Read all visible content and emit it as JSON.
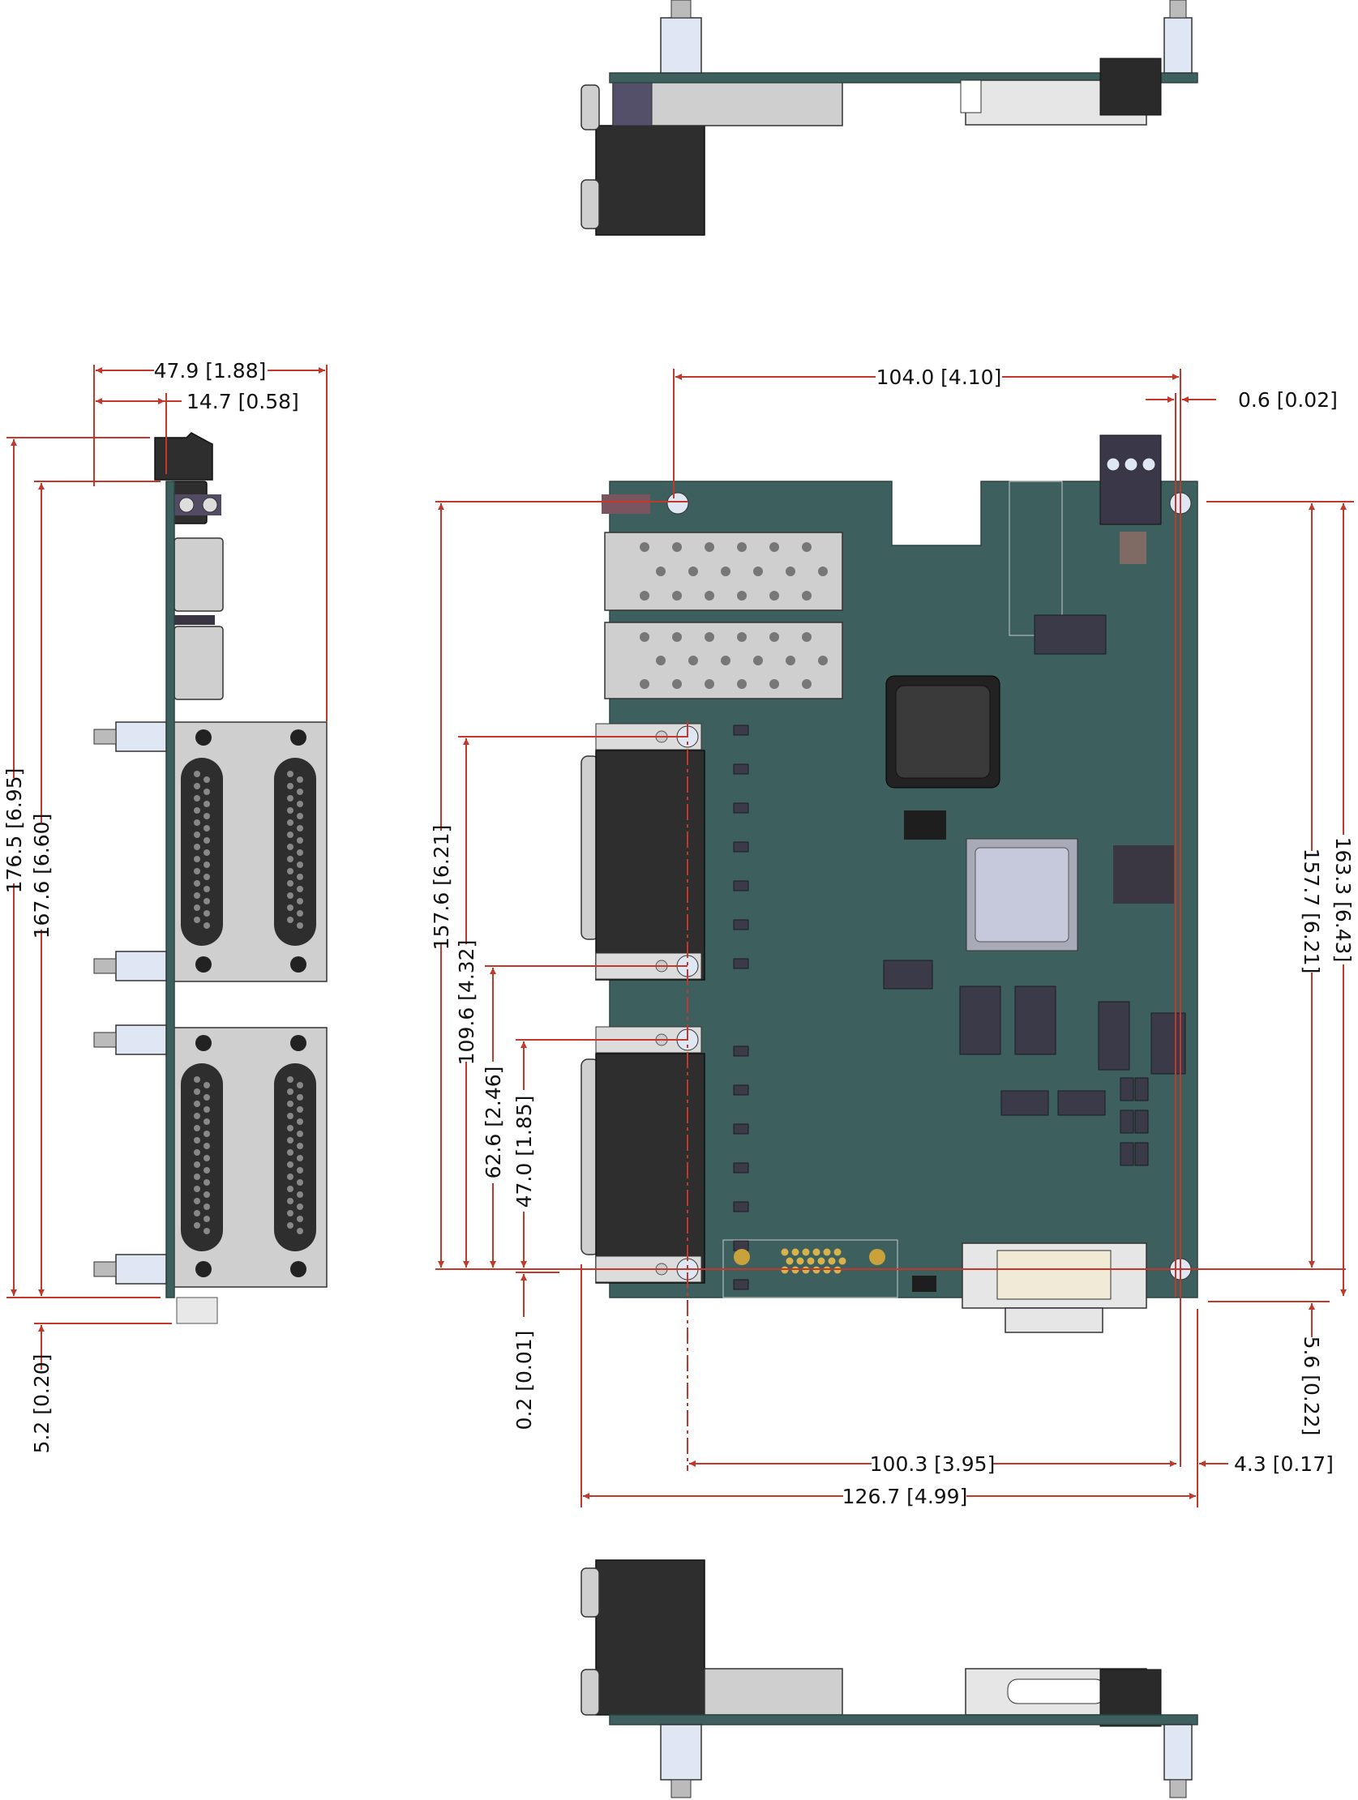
{
  "dimensions": {
    "side_width_total": "47.9 [1.88]",
    "side_pcb_offset": "14.7 [0.58]",
    "side_height_total": "176.5 [6.95]",
    "side_pcb_height": "167.6 [6.60]",
    "side_bottom_overhang": "5.2 [0.20]",
    "top_hole_span": "104.0 [4.10]",
    "top_hole_offset": "0.6 [0.02]",
    "left_hole_span_total": "157.6 [6.21]",
    "left_hole_span_2": "109.6 [4.32]",
    "left_hole_span_3": "62.6 [2.46]",
    "left_hole_span_4": "47.0 [1.85]",
    "left_bottom_offset": "0.2 [0.01]",
    "right_hole_span": "157.7 [6.21]",
    "right_board_height": "163.3 [6.43]",
    "right_bottom_offset": "5.6 [0.22]",
    "bottom_hole_span": "100.3 [3.95]",
    "bottom_right_offset": "4.3 [0.17]",
    "bottom_total_width": "126.7 [4.99]"
  },
  "colors": {
    "pcb": "#3d5f5e",
    "dimension_line": "#c0392b",
    "connector_dark": "#2e2e2e",
    "metal": "#cfcfcf"
  }
}
